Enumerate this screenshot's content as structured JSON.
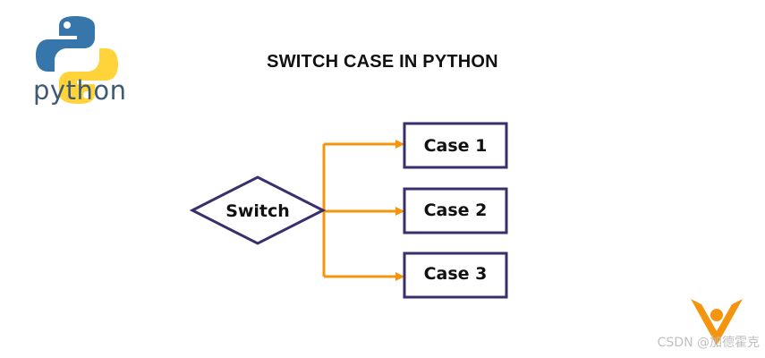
{
  "logo": {
    "word": "python",
    "icon": "python-logo-icon",
    "colors": {
      "blue": "#3776ab",
      "yellow": "#ffd43b"
    }
  },
  "title": "SWITCH CASE IN PYTHON",
  "diagram": {
    "decision": {
      "label": "Switch"
    },
    "cases": [
      {
        "label": "Case 1"
      },
      {
        "label": "Case 2"
      },
      {
        "label": "Case 3"
      }
    ],
    "colors": {
      "border": "#3b2f6b",
      "connector": "#f5950f"
    }
  },
  "brand_mark": {
    "icon": "person-v-logo-icon",
    "color": "#f5950f"
  },
  "watermark": "CSDN @加德霍克"
}
